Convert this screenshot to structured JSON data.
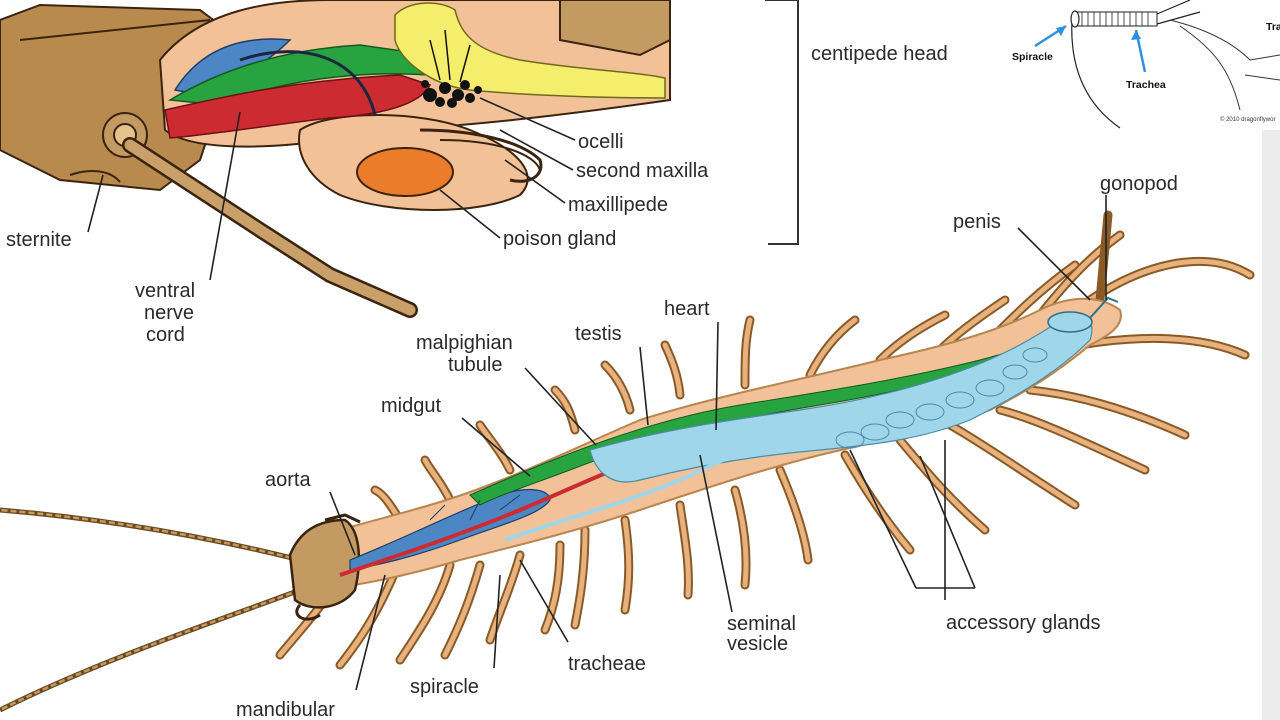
{
  "diagram": {
    "head_caption": "centipede head",
    "head_labels": {
      "ocelli": "ocelli",
      "second_maxilla": "second maxilla",
      "maxillipede": "maxillipede",
      "poison_gland": "poison gland",
      "sternite": "sternite",
      "ventral_nerve_cord": [
        "ventral",
        "nerve",
        "cord"
      ]
    },
    "inset": {
      "spiracle": "Spiracle",
      "trachea": "Trachea",
      "cut_label": "Tra",
      "copyright": "© 2010 dragonflywor"
    },
    "body_labels": {
      "gonopod": "gonopod",
      "penis": "penis",
      "heart": "heart",
      "testis": "testis",
      "malpighian_tubule": [
        "malpighian",
        "tubule"
      ],
      "midgut": "midgut",
      "aorta": "aorta",
      "accessory_glands": "accessory glands",
      "seminal_vesicle": [
        "seminal",
        "vesicle"
      ],
      "tracheae": "tracheae",
      "spiracle": "spiracle",
      "mandibular": "mandibular"
    },
    "colors": {
      "body_tan": "#f2c197",
      "cuticle_brown": "#a87a3c",
      "nerve_green": "#27a33f",
      "vessel_red": "#cc2b32",
      "gut_blue": "#4d86c4",
      "gland_light_blue": "#9fd6ea",
      "brain_yellow": "#f4ee6c",
      "poison_orange": "#ea7c2a"
    }
  }
}
